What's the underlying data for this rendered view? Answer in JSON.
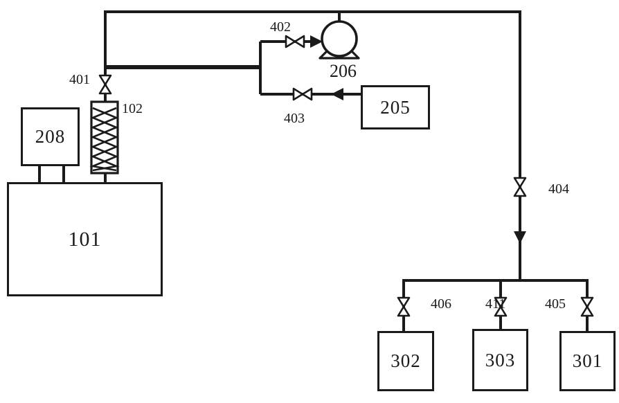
{
  "diagram": {
    "background": "#ffffff",
    "line_color": "#1a1a1a",
    "boxes": {
      "b101": {
        "label": "101"
      },
      "b208": {
        "label": "208"
      },
      "b205": {
        "label": "205"
      },
      "b302": {
        "label": "302"
      },
      "b303": {
        "label": "303"
      },
      "b301": {
        "label": "301"
      }
    },
    "components": {
      "pump206": {
        "label": "206"
      },
      "coil102": {
        "label": "102"
      }
    },
    "valves": {
      "v401": {
        "label": "401"
      },
      "v402": {
        "label": "402"
      },
      "v403": {
        "label": "403"
      },
      "v404": {
        "label": "404"
      },
      "v405": {
        "label": "405"
      },
      "v406": {
        "label": "406"
      },
      "v411": {
        "label": "411"
      }
    }
  }
}
